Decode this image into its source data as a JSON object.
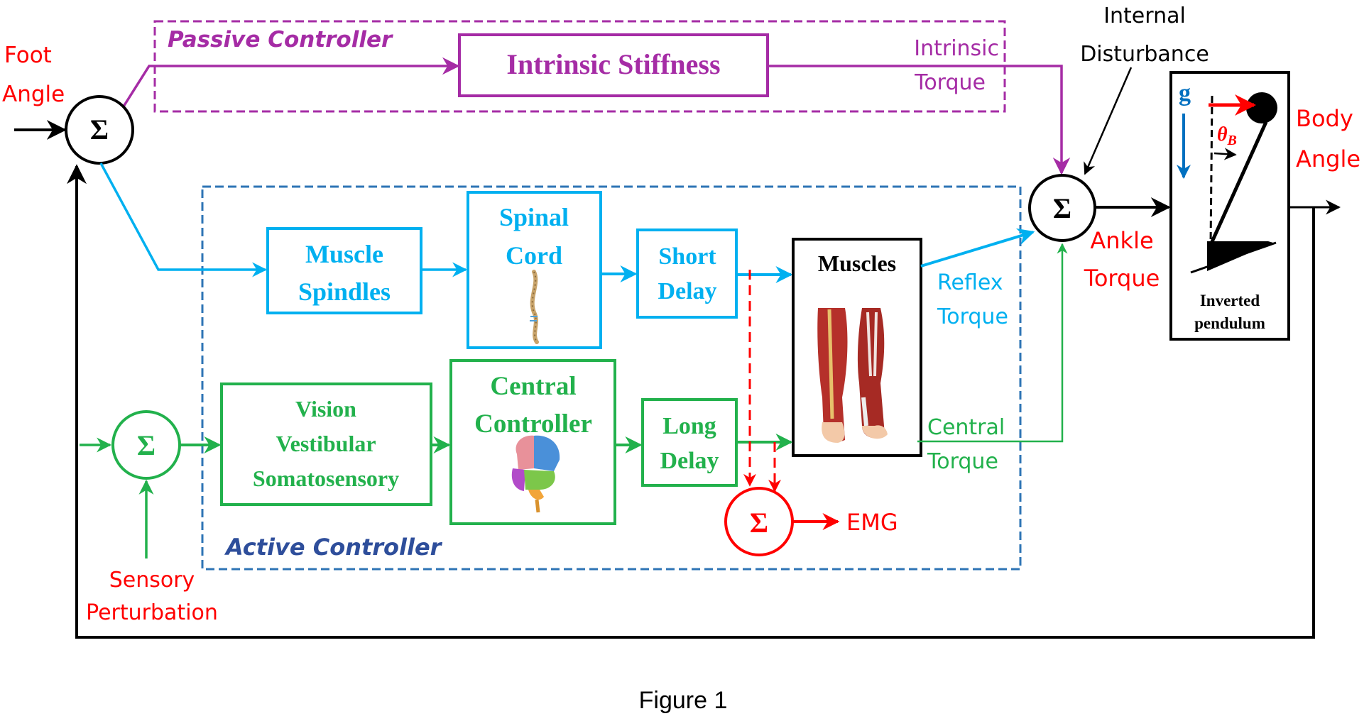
{
  "figure": {
    "caption": "Figure 1"
  },
  "colors": {
    "passive": "#A52CA5",
    "active_frame": "#2E74B5",
    "active_title": "#2E4E9B",
    "reflex": "#00B0F0",
    "central": "#22B14C",
    "signal_label": "#FF0000",
    "black": "#000000",
    "gravity": "#0070C0"
  },
  "labels": {
    "foot_angle": [
      "Foot",
      "Angle"
    ],
    "body_angle": [
      "Body",
      "Angle"
    ],
    "ankle_torque": [
      "Ankle",
      "Torque"
    ],
    "internal_disturbance": [
      "Internal",
      "Disturbance"
    ],
    "intrinsic_torque": [
      "Intrinsic",
      "Torque"
    ],
    "reflex_torque": [
      "Reflex",
      "Torque"
    ],
    "central_torque": [
      "Central",
      "Torque"
    ],
    "sensory_perturbation": [
      "Sensory",
      "Perturbation"
    ],
    "emg": "EMG",
    "gravity": "g",
    "theta": "θ",
    "theta_sub": "B",
    "sum_symbol": "Σ"
  },
  "groups": {
    "passive": "Passive Controller",
    "active": "Active Controller"
  },
  "blocks": {
    "intrinsic_stiffness": [
      "Intrinsic Stiffness"
    ],
    "muscle_spindles": [
      "Muscle",
      "Spindles"
    ],
    "spinal_cord": [
      "Spinal",
      "Cord"
    ],
    "short_delay": [
      "Short",
      "Delay"
    ],
    "muscles": [
      "Muscles"
    ],
    "vvs": [
      "Vision",
      "Vestibular",
      "Somatosensory"
    ],
    "central_controller": [
      "Central",
      "Controller"
    ],
    "long_delay": [
      "Long",
      "Delay"
    ],
    "inverted_pendulum": [
      "Inverted",
      "pendulum"
    ]
  }
}
